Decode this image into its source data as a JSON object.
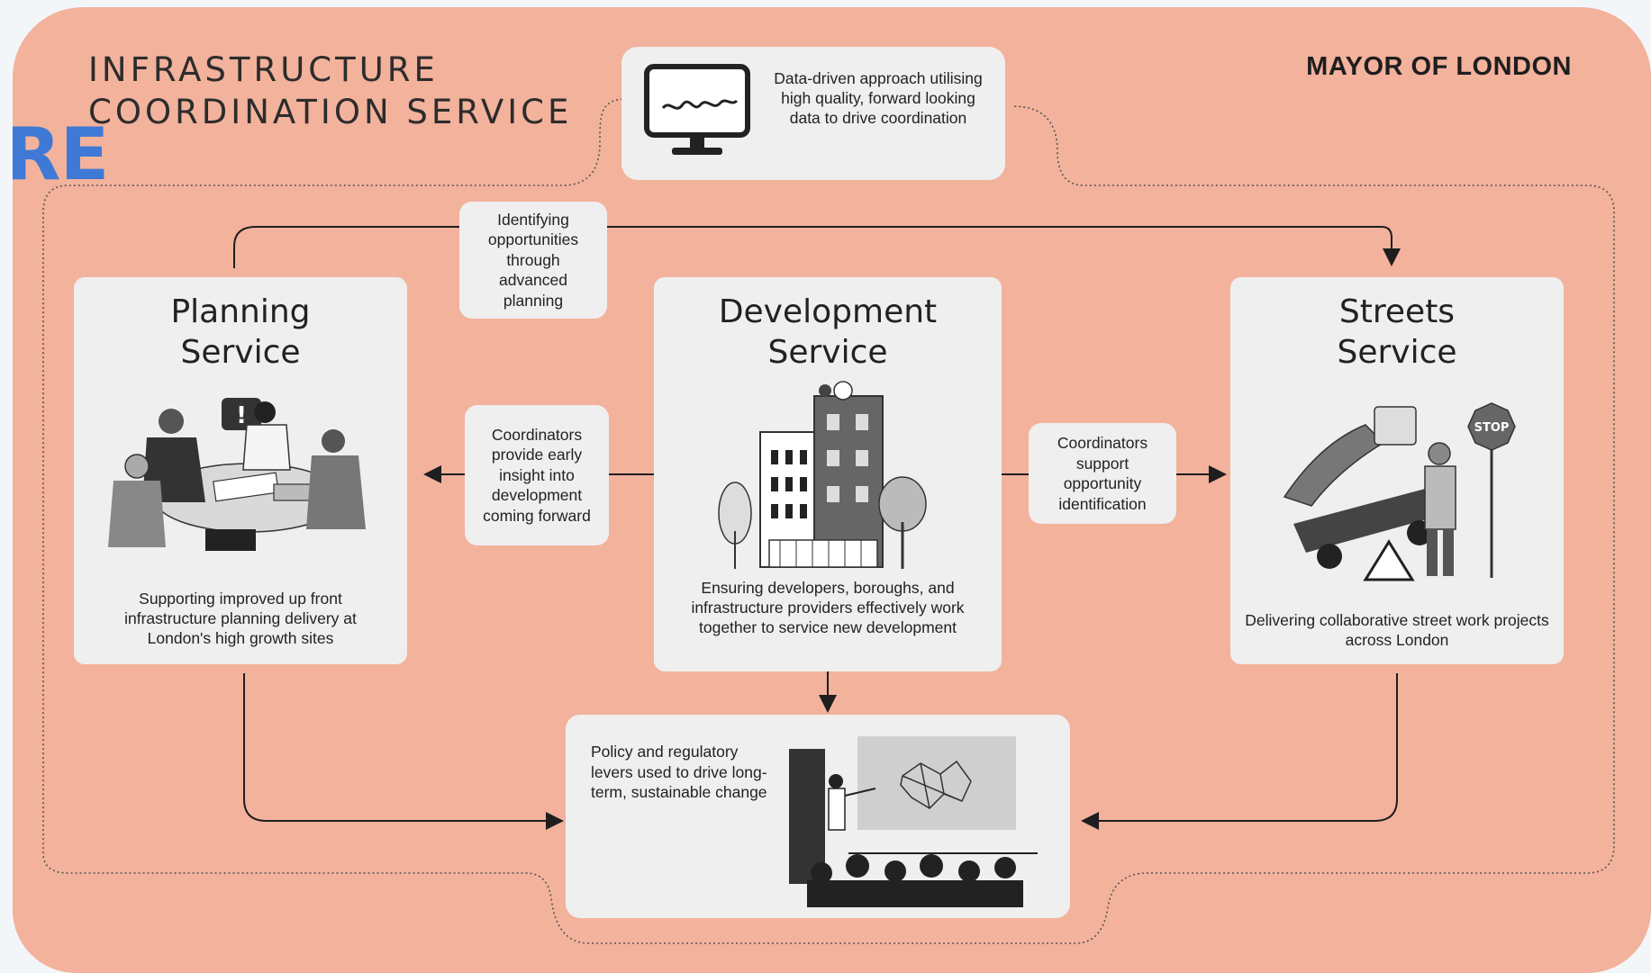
{
  "fragment_text": "RE",
  "header": {
    "title_line1": "INFRASTRUCTURE",
    "title_line2": "COORDINATION SERVICE",
    "brand": "MAYOR OF LONDON"
  },
  "data_box": {
    "text": "Data-driven approach utilising high quality, forward looking data to drive coordination",
    "icon": "monitor-icon"
  },
  "services": {
    "planning": {
      "title_line1": "Planning",
      "title_line2": "Service",
      "description": "Supporting improved up front infrastructure planning delivery at London's high growth sites",
      "illustration": "meeting-illustration"
    },
    "development": {
      "title_line1": "Development",
      "title_line2": "Service",
      "description": "Ensuring developers, boroughs, and infrastructure providers effectively work together to service new development",
      "illustration": "building-illustration"
    },
    "streets": {
      "title_line1": "Streets",
      "title_line2": "Service",
      "description": "Delivering collaborative street work projects across London",
      "illustration": "street-works-illustration",
      "stop_sign": "STOP"
    }
  },
  "connectors": {
    "identifying": "Identifying opportunities through advanced planning",
    "insight": "Coordinators provide early insight into development coming forward",
    "support": "Coordinators support opportunity identification"
  },
  "policy_box": {
    "text": "Policy and regulatory levers used to drive long-term, sustainable change",
    "illustration": "presentation-illustration"
  },
  "colors": {
    "background": "#f3b29c",
    "card": "#efefef",
    "text": "#222222",
    "accent_fragment": "#3f79d6"
  }
}
